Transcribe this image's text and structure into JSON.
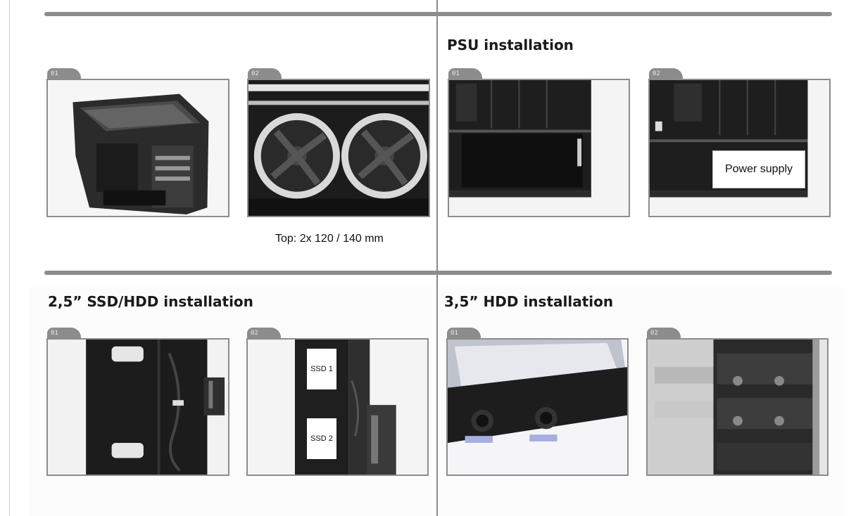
{
  "sections": {
    "fan_top": {
      "heading": "",
      "caption": "Top: 2x 120 / 140 mm",
      "steps": [
        {
          "tab": "01",
          "image": "case-frame-photo"
        },
        {
          "tab": "02",
          "image": "top-fans-photo"
        }
      ]
    },
    "psu": {
      "heading": "PSU installation",
      "steps": [
        {
          "tab": "01",
          "image": "psu-bay-empty-photo"
        },
        {
          "tab": "02",
          "image": "psu-bay-installed-photo",
          "label": "Power supply"
        }
      ]
    },
    "ssd": {
      "heading": "2,5” SSD/HDD installation",
      "steps": [
        {
          "tab": "01",
          "image": "ssd-tray-back-photo"
        },
        {
          "tab": "02",
          "image": "ssd-tray-mounted-photo",
          "labels": [
            "SSD 1",
            "SSD 2"
          ]
        }
      ]
    },
    "hdd": {
      "heading": "3,5” HDD installation",
      "steps": [
        {
          "tab": "01",
          "image": "hdd-screws-photo"
        },
        {
          "tab": "02",
          "image": "hdd-cage-photo"
        }
      ]
    }
  },
  "colors": {
    "divider": "#8c8c8c",
    "frame": "#8c8c8c",
    "heading": "#1a1a1a"
  }
}
